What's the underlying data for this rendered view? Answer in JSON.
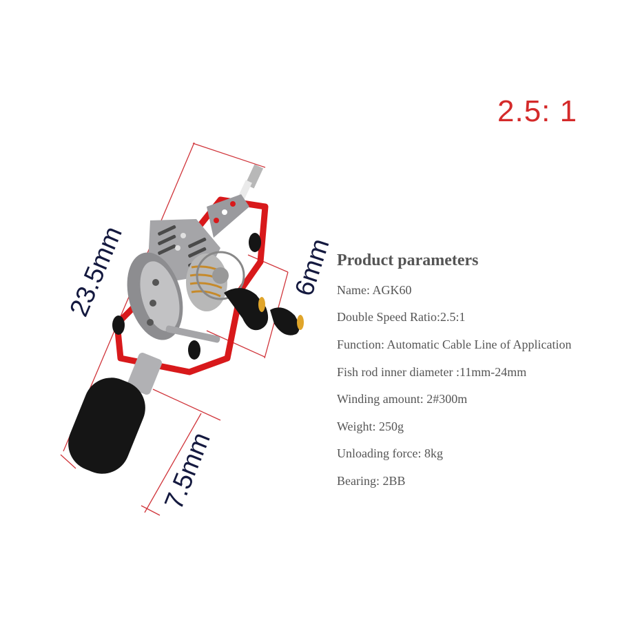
{
  "ratio_badge": "2.5: 1",
  "params": {
    "title": "Product parameters",
    "rows": [
      "Name: AGK60",
      "Double Speed Ratio:2.5:1",
      "Function: Automatic Cable Line of Application",
      "Fish rod inner diameter :11mm-24mm",
      "Winding amount: 2#300m",
      "Weight: 250g",
      "Unloading force: 8kg",
      "Bearing: 2BB"
    ]
  },
  "dimensions": {
    "length": "23.5mm",
    "handle_knob": "6mm",
    "grip": "7.5mm"
  },
  "colors": {
    "accent_red": "#d42a2a",
    "dimension_line": "#d0343a",
    "dimension_text": "#14193f",
    "param_text": "#555555",
    "frame_red": "#d8191b",
    "steel": "#9a9a9e",
    "foam_black": "#151515",
    "knob_gold": "#e0a52a"
  },
  "product_image": {
    "subject": "red and steel ice fishing reel with black foam grip"
  }
}
